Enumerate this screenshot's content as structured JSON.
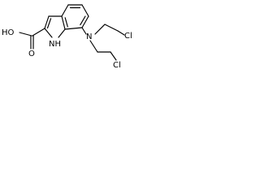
{
  "structure": {
    "atoms": {
      "carboxyl_oh": "HO",
      "carbonyl_o": "O",
      "indole_nh": "NH",
      "amine_n": "N",
      "chloro_upper": "Cl",
      "chloro_lower": "Cl"
    }
  }
}
